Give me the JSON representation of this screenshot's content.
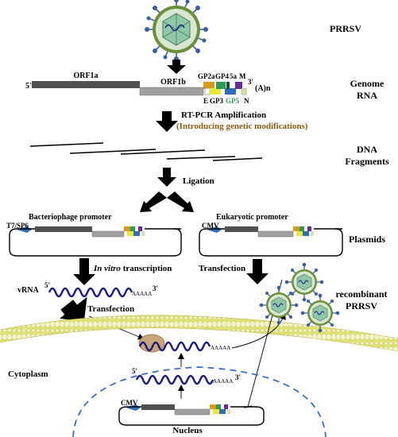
{
  "side_labels": {
    "prrsv": "PRRSV",
    "genome_line1": "Genome",
    "genome_line2": "RNA",
    "dna_line1": "DNA",
    "dna_line2": "Fragments",
    "plasmids": "Plasmids",
    "recombinant_line1": "recombinant",
    "recombinant_line2": "PRRSV"
  },
  "genome": {
    "five_prime": "5'",
    "three_prime": "3'",
    "poly_a": "(A)n",
    "orf1a": "ORF1a",
    "orf1b": "ORF1b",
    "gp2a": "GP2a",
    "gp4": "GP4",
    "five_a": "5a",
    "m": "M",
    "e": "E",
    "gp3": "GP3",
    "gp5": "GP5",
    "n": "N"
  },
  "steps": {
    "rtpcr": "RT-PCR Amplification",
    "modifications": "(Introducing genetic modifications)",
    "ligation": "Ligation",
    "in_vitro_italic": "In vitro",
    "transcription": " transcription",
    "transfection_left": "Transfection",
    "transfection_right": "Transfection"
  },
  "plasmids": {
    "bacteriophage_promoter": "Bacteriophage promoter",
    "eukaryotic_promoter": "Eukaryotic promoter",
    "t7_sp6": "T7/SP6",
    "cmv_right": "CMV",
    "cmv_nucleus": "CMV"
  },
  "rna": {
    "vrna": "vRNA",
    "five_prime": "5'",
    "three_prime": "3'",
    "aaaaa": "AAAAA",
    "nuclear_five_prime": "5'",
    "nuclear_three_prime": "3'"
  },
  "cell": {
    "cytoplasm": "Cytoplasm",
    "nucleus": "Nucleus"
  },
  "colors": {
    "rna_strand": "#1a1a80",
    "membrane": "#e6e68c",
    "virus_envelope": "#6b8f3a",
    "virus_spike": "#3a5fa0",
    "capsid": "#8fc8a8",
    "gp2a": "#d79a1a",
    "gp3": "#e8e83a",
    "gp4": "#2e9a52",
    "gp5": "#2f6fb8",
    "m": "#6a2a9a",
    "orf1a": "#505050",
    "orf1b": "#a0a0a0",
    "ribosome": "#c8a678",
    "nucleus_border": "#3a6fc8"
  }
}
